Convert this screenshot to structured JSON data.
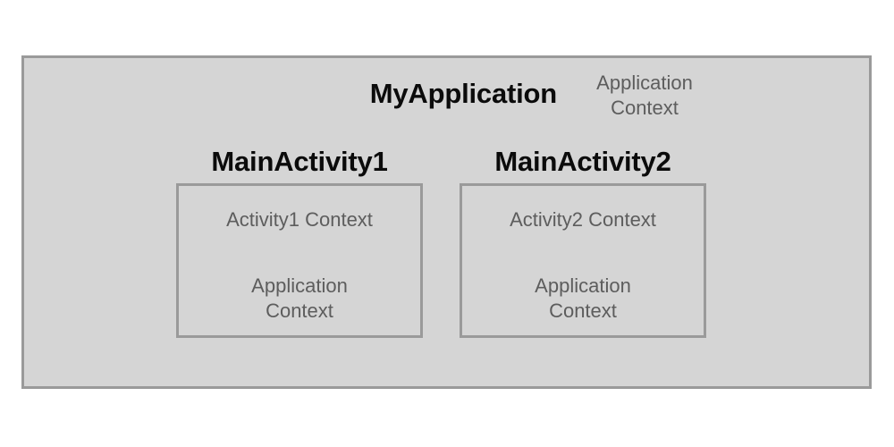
{
  "diagram": {
    "type": "android-context-hierarchy",
    "background_color": "#ffffff",
    "fill_color": "#d5d5d5",
    "border_color": "#9a9a9a",
    "title_color": "#0b0b0b",
    "label_color": "#5d5d5d",
    "application": {
      "title": "MyApplication",
      "context_label": {
        "line1": "Application",
        "line2": "Context"
      }
    },
    "activities": [
      {
        "title": "MainActivity1",
        "activity_context_label": "Activity1 Context",
        "application_context_label": {
          "line1": "Application",
          "line2": "Context"
        }
      },
      {
        "title": "MainActivity2",
        "activity_context_label": "Activity2 Context",
        "application_context_label": {
          "line1": "Application",
          "line2": "Context"
        }
      }
    ]
  }
}
